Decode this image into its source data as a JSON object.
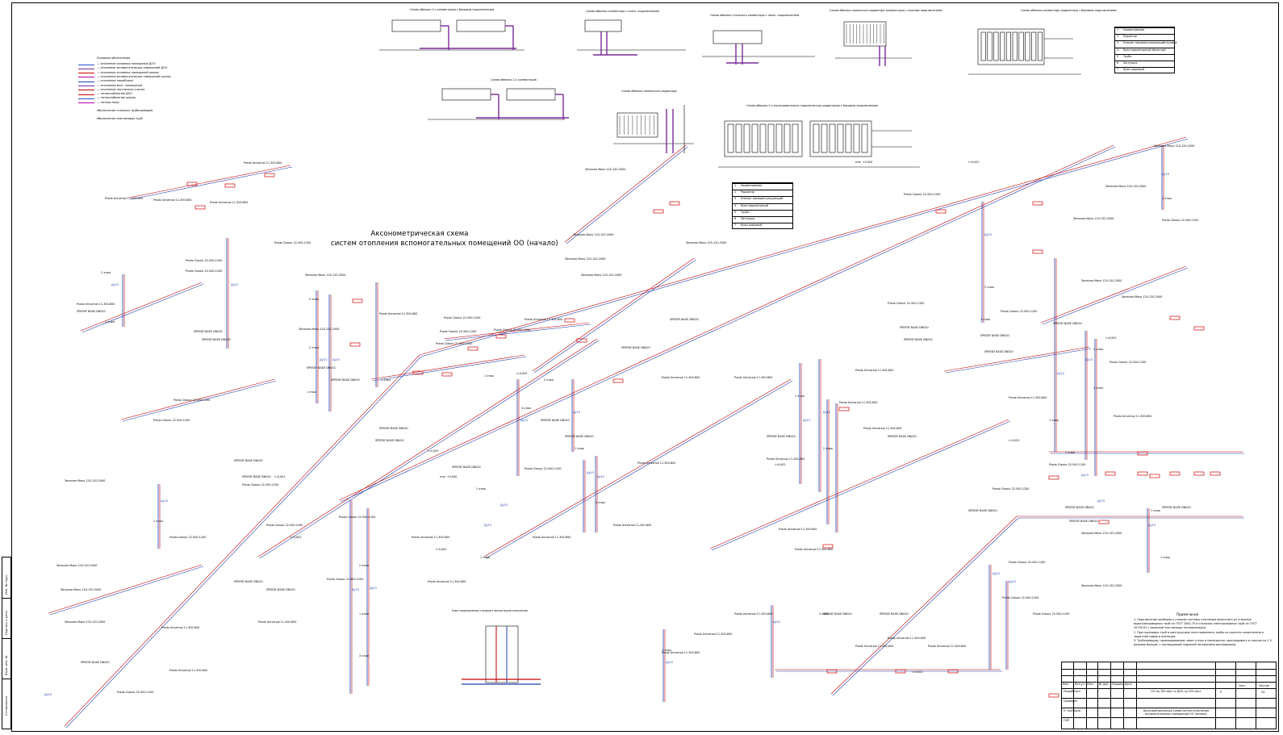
{
  "drawing": {
    "title_line1": "Аксонометрическая схема",
    "title_line2": "систем отопления вспомогательных помещений ОО (начало)"
  },
  "details": {
    "d1": "Схема обвязки 2-х конвекторов с боковым подключением",
    "d2": "Схема обвязки конвектора с нижн. подключением",
    "d3": "Схема обвязки стального конвектора с нижн. подключением",
    "d4": "Схема обвязки панельного радиатора (конвектора) с нижним подключением",
    "d5": "Схема обвязки конвектора (радиатора) с боковым подключением",
    "d6": "Схема обвязки 2-х конвекторов",
    "d7": "Схема обвязки панельного радиатора",
    "d8": "Схема обвязки 2-х последовательно подключенных радиаторов с боковым подключением",
    "d9": "Узел подключения стояков к магистрали отопления"
  },
  "legend": {
    "title": "Условные обозначения",
    "items": [
      "— отопление основных помещений ДОО",
      "— отопление вспомогательных помещений ДОО",
      "— отопление основных помещений школы",
      "— отопление вспомогательных помещений школы",
      "— отопление пищеблока",
      "— отопление вент. помещений",
      "— отопление лестничных клеток",
      "— теплоснабжение ДОО",
      "— теплоснабжение школы",
      "— теплые полы"
    ],
    "steel": "обозначение стальных трубопроводов",
    "plastic": "обозначение пластиковых труб"
  },
  "spec_tables": {
    "left": [
      "Наименование",
      "Радиатор",
      "Клапан терморегулирующий",
      "Кран радиаторный",
      "Труба",
      "Заглушка",
      "Кран шаровый"
    ],
    "right": [
      "Наименование",
      "Радиатор",
      "Клапан терморегулирующий прямой",
      "Кран радиаторный обратный",
      "Труба",
      "Заглушка",
      "Кран шаровый"
    ]
  },
  "notes": {
    "title": "Примечания",
    "lines": [
      "1. Подключение приборов к стоякам системы отопления выполнить из стальных",
      "водогазопроводных труб по ГОСТ 3262-75 и стальных электросварных труб по ГОСТ",
      "10704-91 с заделкой при помощи теплоизоляции.",
      "2. При прокладке труб в конструкциях пола применить трубы из сшитого полиэтилена в",
      "защитной гофре и изоляции.",
      "3. Трубопроводы, прокладываемые через стены и перекрытия, прокладывать в гильзах на 2-3",
      "размера больше, с последующей заделкой негорючими материалами."
    ]
  },
  "stamp": {
    "sheet_label": "Лист",
    "sheets_label": "Листов",
    "stage": "Р",
    "sheet_no": "24",
    "description": "Аксонометрическая схема систем отопления вспомогательных помещений ОО (начало)",
    "object": "ОО на 700 мест и ДОО на 220 мест",
    "roles": [
      "Разработал",
      "Проверил",
      "Н. контроль",
      "ГИП"
    ],
    "headers": [
      "Изм.",
      "Кол.уч.",
      "Лист",
      "№ док.",
      "Подпись",
      "Дата"
    ]
  },
  "left_strip": [
    "Инв. № подл.",
    "Подпись и дата",
    "Взам. инв. №",
    "Согласовано"
  ],
  "labels": {
    "floor1": "1 этаж",
    "floor2": "2 этаж",
    "floor3": "3 этаж",
    "pipe": "Ду15",
    "valve": "SPEEDY BASE DN020",
    "radiator_a": "Prado Universal 11-300-800",
    "radiator_b": "Prado Classic 22-500-1200",
    "radiator_c": "Зенкина Mono 120-120-2000",
    "gradient": "i=0,002",
    "elev": "отм. +0,000"
  },
  "colors": {
    "steel_supply": "#c00000",
    "steel_return": "#1f3fb0",
    "pipe_purple": "#7a2a9a",
    "accent_blue": "#2a4fd8",
    "accent_red": "#d40000",
    "magenta": "#b000b0"
  }
}
